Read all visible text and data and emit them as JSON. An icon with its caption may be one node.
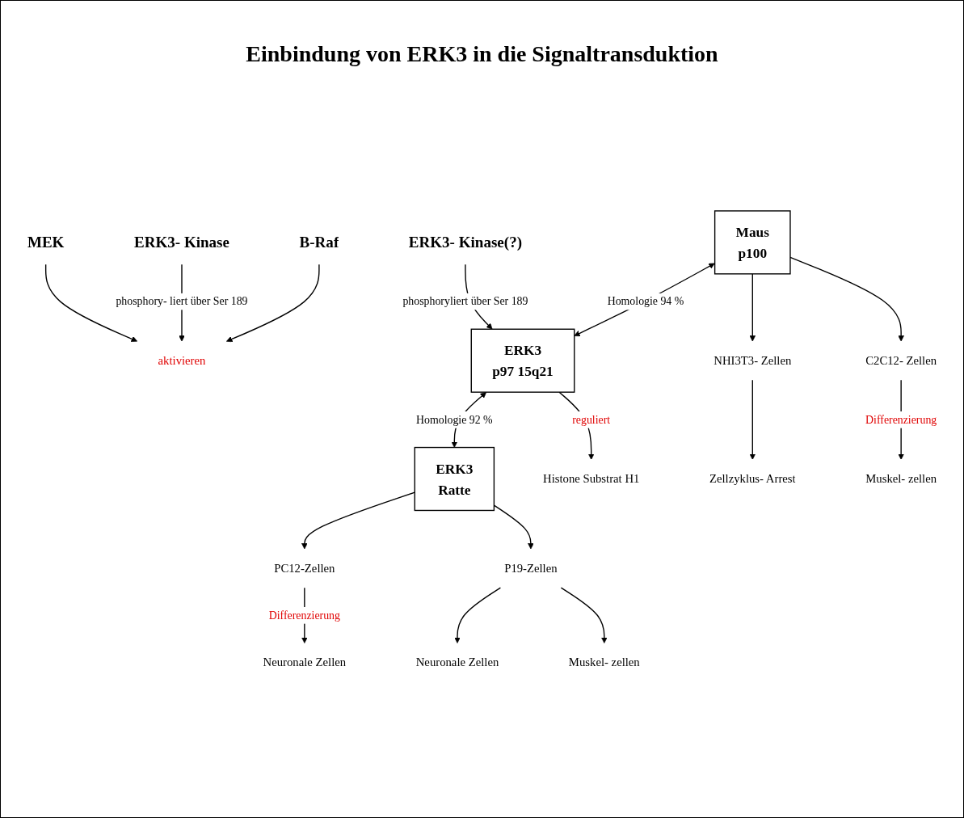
{
  "diagram": {
    "title": "Einbindung von  ERK3 in die Signaltransduktion",
    "nodes": [
      {
        "text": [
          "ERK3- Kinase(?)"
        ]
      },
      {
        "text": [
          "MEK"
        ]
      },
      {
        "text": [
          "ERK3- Kinase"
        ]
      },
      {
        "text": [
          "B-Raf"
        ]
      },
      {
        "text": [
          "aktivieren"
        ]
      },
      {
        "text": [
          "Maus",
          "p100"
        ]
      },
      {
        "text": [
          "ERK3",
          "p97 15q21"
        ]
      },
      {
        "text": [
          "ERK3",
          "Ratte"
        ]
      },
      {
        "text": [
          "NHI3T3- Zellen"
        ]
      },
      {
        "text": [
          "C2C12- Zellen"
        ]
      },
      {
        "text": [
          "Histone Substrat H1"
        ]
      },
      {
        "text": [
          "PC12-Zellen"
        ]
      },
      {
        "text": [
          "P19-Zellen"
        ]
      },
      {
        "text": [
          "Zellzyklus- Arrest"
        ]
      },
      {
        "text": [
          "Muskel- zellen"
        ]
      },
      {
        "text": [
          "Neuronale Zellen"
        ]
      },
      {
        "text": [
          "Neuronale Zellen"
        ]
      },
      {
        "text": [
          "Muskel- zellen"
        ]
      }
    ],
    "edges": [
      {
        "from": 0,
        "to": 6,
        "arrow": "to",
        "label": "phosphoryliert über Ser 189"
      },
      {
        "from": 1,
        "to": 4,
        "arrow": "to"
      },
      {
        "from": 2,
        "to": 4,
        "arrow": "to",
        "label": "phosphory- liert über Ser 189"
      },
      {
        "from": 3,
        "to": 4,
        "arrow": "to"
      },
      {
        "from": 5,
        "to": 6,
        "arrow": "both",
        "label": "Homologie 94 %"
      },
      {
        "from": 6,
        "to": 7,
        "arrow": "both",
        "label": "Homologie 92 %"
      },
      {
        "from": 5,
        "to": 8,
        "arrow": "to"
      },
      {
        "from": 5,
        "to": 9,
        "arrow": "to"
      },
      {
        "from": 6,
        "to": 10,
        "arrow": "to",
        "label": "reguliert"
      },
      {
        "from": 7,
        "to": 11,
        "arrow": "to"
      },
      {
        "from": 7,
        "to": 12,
        "arrow": "to"
      },
      {
        "from": 8,
        "to": 13,
        "arrow": "to"
      },
      {
        "from": 9,
        "to": 14,
        "arrow": "to",
        "label": "Differenzierung"
      },
      {
        "from": 11,
        "to": 15,
        "arrow": "to",
        "label": "Differenzierung"
      },
      {
        "from": 12,
        "to": 16,
        "arrow": "to"
      },
      {
        "from": 12,
        "to": 17,
        "arrow": "to"
      }
    ]
  }
}
